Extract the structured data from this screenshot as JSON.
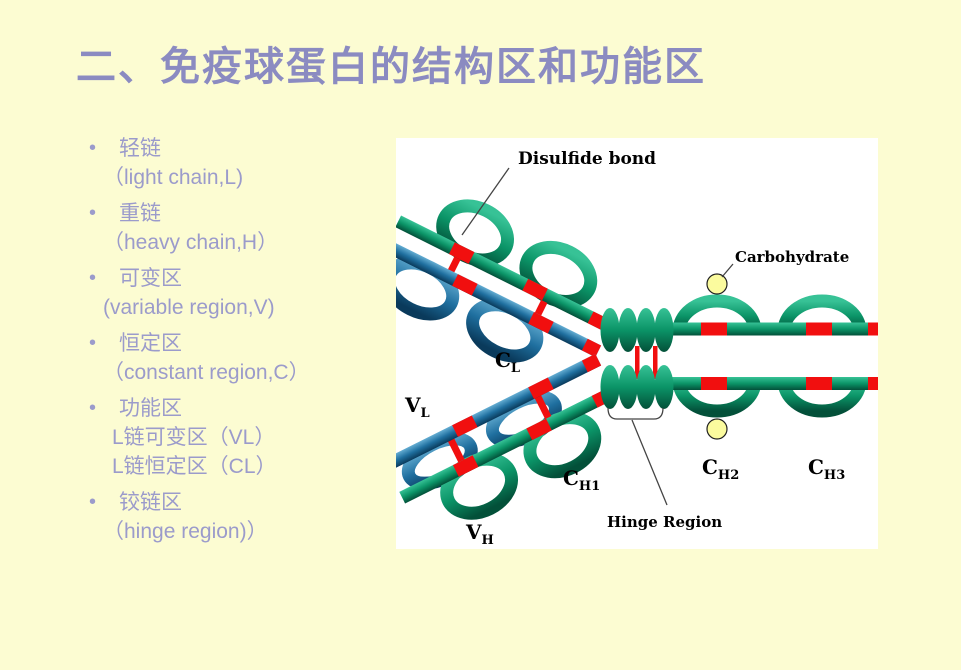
{
  "slide": {
    "title": "二、免疫球蛋白的结构区和功能区",
    "bullet_char": "•",
    "bullets": [
      {
        "lines": [
          "轻链",
          "（light chain,L)"
        ]
      },
      {
        "lines": [
          "重链",
          "（heavy chain,H）"
        ]
      },
      {
        "lines": [
          "可变区",
          "(variable region,V)"
        ]
      },
      {
        "lines": [
          "恒定区",
          "（constant region,C）"
        ]
      },
      {
        "lines": [
          "功能区",
          "L链可变区（VL）",
          "L链恒定区（CL）"
        ]
      },
      {
        "lines": [
          "铰链区",
          "（hinge region)）"
        ]
      }
    ]
  },
  "diagram": {
    "labels": {
      "disulfide_bond": "Disulfide bond",
      "carbohydrate": "Carbohydrate",
      "hinge_region": "Hinge Region",
      "cl": {
        "base": "C",
        "sub": "L"
      },
      "vl": {
        "base": "V",
        "sub": "L"
      },
      "vh": {
        "base": "V",
        "sub": "H"
      },
      "ch1": {
        "base": "C",
        "sub": "H1"
      },
      "ch2": {
        "base": "C",
        "sub": "H2"
      },
      "ch3": {
        "base": "C",
        "sub": "H3"
      }
    }
  },
  "colors": {
    "slide_background": "#FCFCD2",
    "title_text": "#8B8BC1",
    "body_text": "#9B9BCB",
    "diagram_background": "#FFFFFF",
    "heavy_chain_green": "#0B9467",
    "light_chain_blue": "#1F6F9F",
    "disulfide_red": "#F10F0F",
    "carbohydrate_yellow": "#FBFB9E"
  }
}
